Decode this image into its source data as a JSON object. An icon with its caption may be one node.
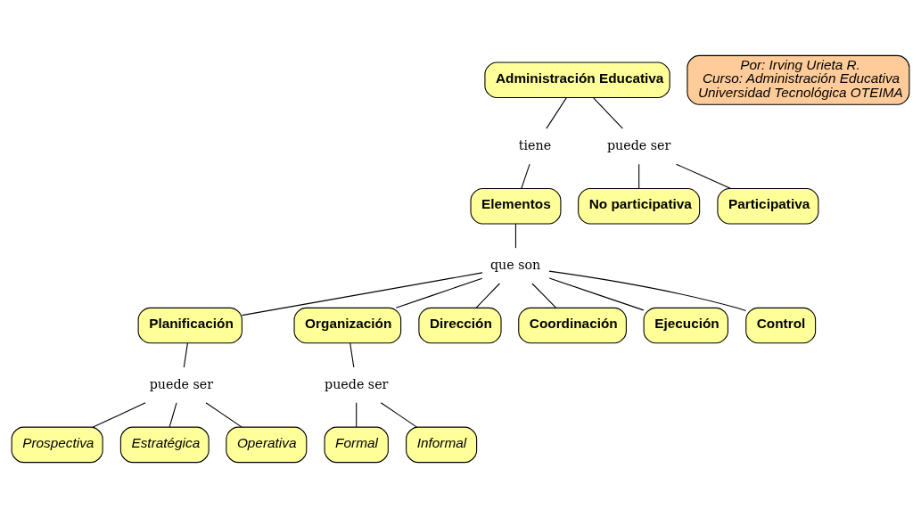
{
  "diagram": {
    "nodes": [
      {
        "text": [
          "Administración Educativa"
        ]
      },
      {
        "text": [
          "tiene"
        ]
      },
      {
        "text": [
          "puede ser"
        ]
      },
      {
        "text": [
          "Elementos"
        ]
      },
      {
        "text": [
          "No participativa"
        ]
      },
      {
        "text": [
          "Participativa"
        ]
      },
      {
        "text": [
          "que son"
        ]
      },
      {
        "text": [
          "Planificación"
        ]
      },
      {
        "text": [
          "Organización"
        ]
      },
      {
        "text": [
          "Dirección"
        ]
      },
      {
        "text": [
          "Coordinación"
        ]
      },
      {
        "text": [
          "Ejecución"
        ]
      },
      {
        "text": [
          "Control"
        ]
      },
      {
        "text": [
          "puede ser"
        ]
      },
      {
        "text": [
          "puede ser"
        ]
      },
      {
        "text": [
          "Formal"
        ]
      },
      {
        "text": [
          "Informal"
        ]
      },
      {
        "text": [
          "Prospectiva"
        ]
      },
      {
        "text": [
          "Estratégica"
        ]
      },
      {
        "text": [
          "Operativa"
        ]
      },
      {
        "text": [
          "Por: Irving Urieta R.",
          "Curso: Administración Educativa",
          "Universidad Tecnológica OTEIMA"
        ]
      }
    ],
    "edges": [
      {
        "from": 0,
        "to": 1,
        "arrow": "none"
      },
      {
        "from": 1,
        "to": 3,
        "arrow": "none"
      },
      {
        "from": 0,
        "to": 2,
        "arrow": "none"
      },
      {
        "from": 2,
        "to": 4,
        "arrow": "none"
      },
      {
        "from": 2,
        "to": 5,
        "arrow": "none"
      },
      {
        "from": 3,
        "to": 6,
        "arrow": "none"
      },
      {
        "from": 6,
        "to": 7,
        "arrow": "none"
      },
      {
        "from": 6,
        "to": 8,
        "arrow": "none"
      },
      {
        "from": 6,
        "to": 9,
        "arrow": "none"
      },
      {
        "from": 6,
        "to": 10,
        "arrow": "none"
      },
      {
        "from": 6,
        "to": 11,
        "arrow": "none"
      },
      {
        "from": 6,
        "to": 12,
        "arrow": "none"
      },
      {
        "from": 8,
        "to": 13,
        "arrow": "none"
      },
      {
        "from": 13,
        "to": 15,
        "arrow": "none"
      },
      {
        "from": 13,
        "to": 16,
        "arrow": "none"
      },
      {
        "from": 7,
        "to": 14,
        "arrow": "none"
      },
      {
        "from": 14,
        "to": 17,
        "arrow": "none"
      },
      {
        "from": 14,
        "to": 18,
        "arrow": "none"
      },
      {
        "from": 14,
        "to": 19,
        "arrow": "none"
      }
    ]
  }
}
